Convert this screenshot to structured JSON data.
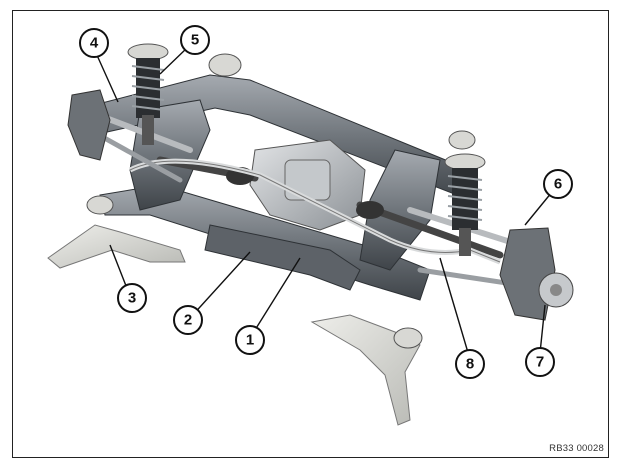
{
  "diagram": {
    "callouts": [
      {
        "label": "1"
      },
      {
        "label": "2"
      },
      {
        "label": "3"
      },
      {
        "label": "4"
      },
      {
        "label": "5"
      },
      {
        "label": "6"
      },
      {
        "label": "7"
      },
      {
        "label": "8"
      }
    ],
    "reference_code": "RB33 00028"
  },
  "colors": {
    "frame_grey": "#6f757b",
    "frame_dark": "#3f4449",
    "frame_light": "#a8adb2",
    "bracket_light": "#d6d6d2",
    "spring_dark": "#2b2e31",
    "callout_stroke": "#111111"
  }
}
